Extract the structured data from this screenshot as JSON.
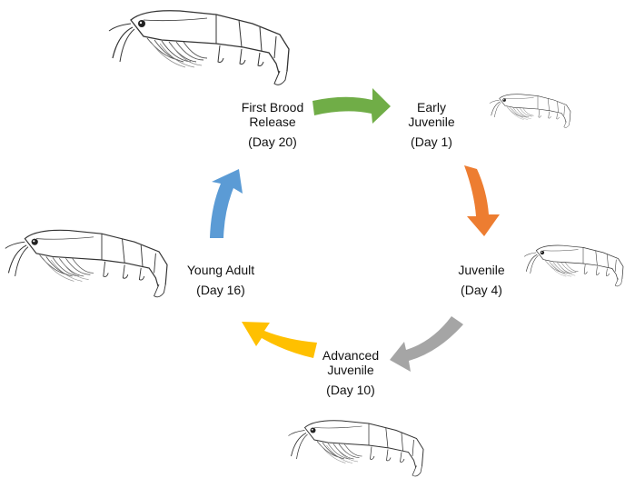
{
  "stages": [
    {
      "id": "early-juvenile",
      "name": "Early\nJuvenile",
      "day": "(Day 1)"
    },
    {
      "id": "juvenile",
      "name": "Juvenile",
      "day": "(Day 4)"
    },
    {
      "id": "advanced-juvenile",
      "name": "Advanced\nJuvenile",
      "day": "(Day 10)"
    },
    {
      "id": "young-adult",
      "name": "Young Adult",
      "day": "(Day 16)"
    },
    {
      "id": "first-brood-release",
      "name": "First Brood\nRelease",
      "day": "(Day 20)"
    }
  ],
  "arrows": [
    {
      "from": "first-brood-release",
      "to": "early-juvenile",
      "color": "#70ad47"
    },
    {
      "from": "early-juvenile",
      "to": "juvenile",
      "color": "#ed7d31"
    },
    {
      "from": "juvenile",
      "to": "advanced-juvenile",
      "color": "#a5a5a5"
    },
    {
      "from": "advanced-juvenile",
      "to": "young-adult",
      "color": "#ffc000"
    },
    {
      "from": "young-adult",
      "to": "first-brood-release",
      "color": "#5b9bd5"
    }
  ],
  "illustrations": [
    {
      "icon": "shrimp-icon",
      "stage": "first-brood-release"
    },
    {
      "icon": "shrimp-icon",
      "stage": "early-juvenile"
    },
    {
      "icon": "shrimp-icon",
      "stage": "juvenile"
    },
    {
      "icon": "shrimp-icon",
      "stage": "advanced-juvenile"
    },
    {
      "icon": "shrimp-icon",
      "stage": "young-adult"
    }
  ]
}
